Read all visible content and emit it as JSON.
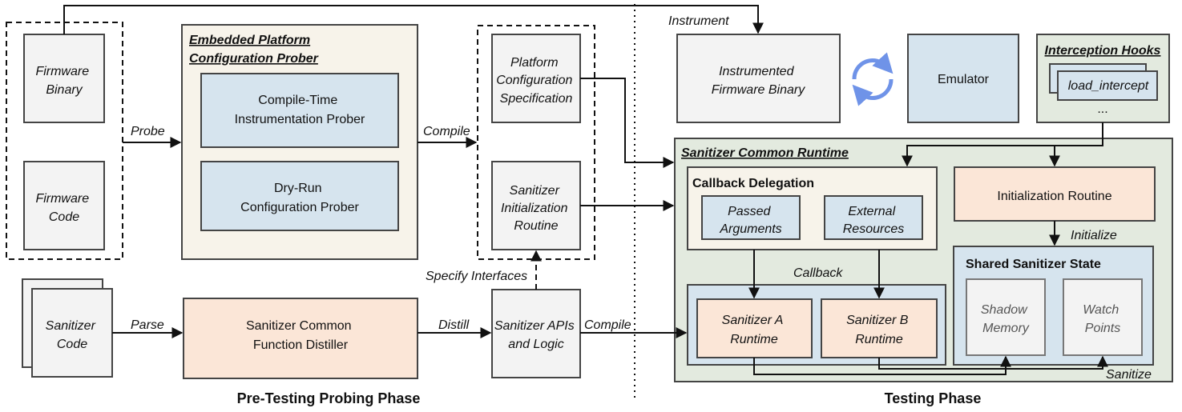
{
  "left": {
    "firmware_binary": [
      "Firmware",
      "Binary"
    ],
    "firmware_code": [
      "Firmware",
      "Code"
    ],
    "sanitizer_code": [
      "Sanitizer",
      "Code"
    ],
    "prober_title": [
      "Embedded Platform",
      "Configuration Prober"
    ],
    "compile_time_prober": [
      "Compile-Time",
      "Instrumentation Prober"
    ],
    "dry_run_prober": [
      "Dry-Run",
      "Configuration Prober"
    ],
    "platform_spec": [
      "Platform",
      "Configuration",
      "Specification"
    ],
    "sanitizer_init_routine": [
      "Sanitizer",
      "Initialization",
      "Routine"
    ],
    "distiller": [
      "Sanitizer Common",
      "Function Distiller"
    ],
    "sanitizer_apis": [
      "Sanitizer APIs",
      "and Logic"
    ],
    "phase_label": "Pre-Testing Probing Phase"
  },
  "right": {
    "instrumented_binary": [
      "Instrumented",
      "Firmware Binary"
    ],
    "emulator": "Emulator",
    "hooks_title": "Interception Hooks",
    "hook_item": "load_intercept",
    "hooks_ellipsis": "...",
    "runtime_title": "Sanitizer Common Runtime",
    "callback_delegation": "Callback Delegation",
    "passed_arguments": [
      "Passed",
      "Arguments"
    ],
    "external_resources": [
      "External",
      "Resources"
    ],
    "initialization_routine": "Initialization Routine",
    "shared_state_title": "Shared Sanitizer State",
    "shadow_memory": [
      "Shadow",
      "Memory"
    ],
    "watch_points": [
      "Watch",
      "Points"
    ],
    "sanitizer_a": [
      "Sanitizer A",
      "Runtime"
    ],
    "sanitizer_b": [
      "Sanitizer B",
      "Runtime"
    ],
    "phase_label": "Testing Phase"
  },
  "edges": {
    "instrument": "Instrument",
    "probe": "Probe",
    "compile1": "Compile",
    "specify_interfaces": "Specify Interfaces",
    "parse": "Parse",
    "distill": "Distill",
    "compile2": "Compile",
    "callback": "Callback",
    "initialize": "Initialize",
    "sanitize": "Sanitize"
  },
  "colors": {
    "blue_fill": "#d6e4ee",
    "peach_fill": "#fbe6d7",
    "gray_fill": "#f3f3f3",
    "prober_bg": "#f7f3ea",
    "runtime_bg": "#e3eadf",
    "sync_icon": "#6f93e8"
  }
}
